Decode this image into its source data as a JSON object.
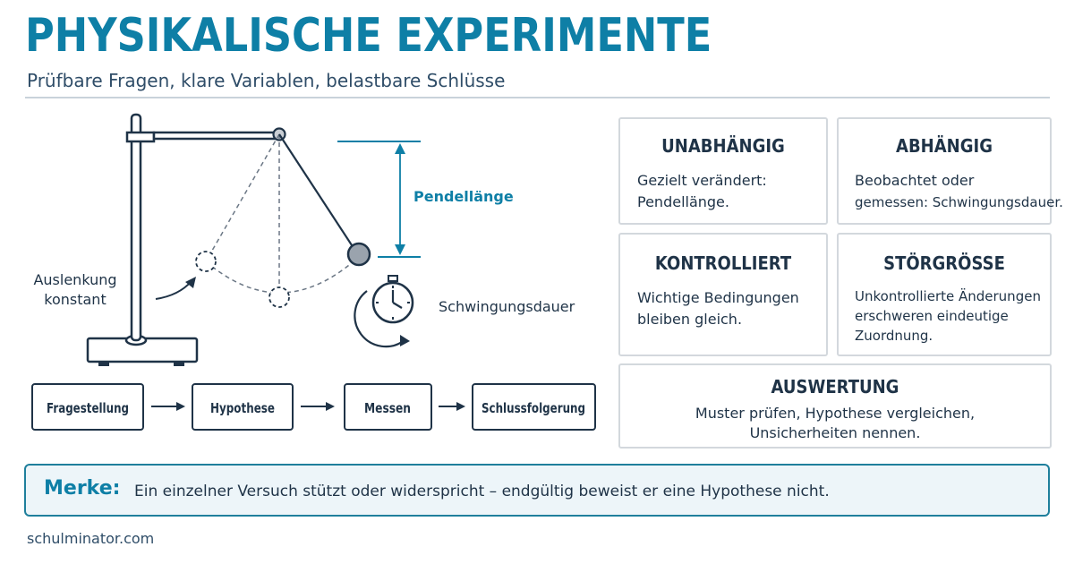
{
  "header": {
    "title": "PHYSIKALISCHE EXPERIMENTE",
    "subtitle": "Prüfbare Fragen, klare Variablen, belastbare Schlüsse"
  },
  "diagram": {
    "length_label": "Pendellänge",
    "amplitude_label_line1": "Auslenkung",
    "amplitude_label_line2": "konstant",
    "period_label": "Schwingungsdauer"
  },
  "process": {
    "steps": [
      "Fragestellung",
      "Hypothese",
      "Messen",
      "Schlussfolgerung"
    ]
  },
  "variables": {
    "independent": {
      "title": "UNABHÄNGIG",
      "line1": "Gezielt verändert:",
      "line2": "Pendellänge."
    },
    "dependent": {
      "title": "ABHÄNGIG",
      "line1": "Beobachtet oder",
      "line2": "gemessen: Schwingungsdauer."
    },
    "controlled": {
      "title": "KONTROLLIERT",
      "line1": "Wichtige Bedingungen",
      "line2": "bleiben gleich."
    },
    "confounder": {
      "title": "STÖRGRÖSSE",
      "line1": "Unkontrollierte Änderungen",
      "line2": "erschweren eindeutige",
      "line3": "Zuordnung."
    },
    "evaluation": {
      "title": "AUSWERTUNG",
      "line1": "Muster prüfen, Hypothese vergleichen,",
      "line2": "Unsicherheiten nennen."
    }
  },
  "note": {
    "label": "Merke:",
    "text": "Ein einzelner Versuch stützt oder widerspricht – endgültig beweist er eine Hypothese nicht."
  },
  "footer": {
    "site": "schulminator.com"
  },
  "colors": {
    "accent": "#0e7fa6",
    "ink": "#1f3347",
    "border": "#d3d8dd",
    "note_bg": "#edf5f9"
  }
}
